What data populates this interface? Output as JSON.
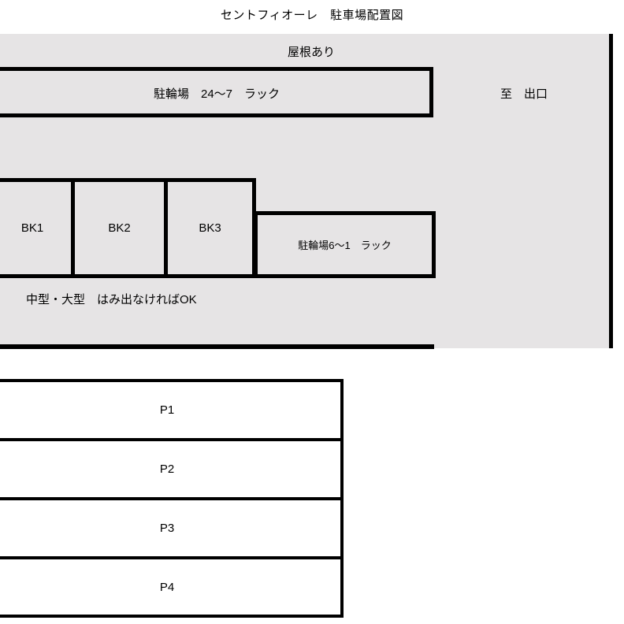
{
  "title": "セントフィオーレ　駐車場配置図",
  "covered_area": {
    "roof_label": "屋根あり",
    "exit_label": "至　出口",
    "bicycle_rack_top": "駐輪場　24〜7　ラック",
    "bicycle_rack_bottom": "駐輪場6〜1　ラック",
    "size_note": "中型・大型　はみ出なければOK",
    "bike_stalls": [
      {
        "label": "BK1"
      },
      {
        "label": "BK2"
      },
      {
        "label": "BK3"
      }
    ]
  },
  "open_lot": {
    "stalls": [
      {
        "label": "P1"
      },
      {
        "label": "P2"
      },
      {
        "label": "P3"
      },
      {
        "label": "P4"
      }
    ]
  },
  "colors": {
    "covered_fill": "#e6e4e5",
    "line": "#000000",
    "open_fill": "#ffffff"
  }
}
